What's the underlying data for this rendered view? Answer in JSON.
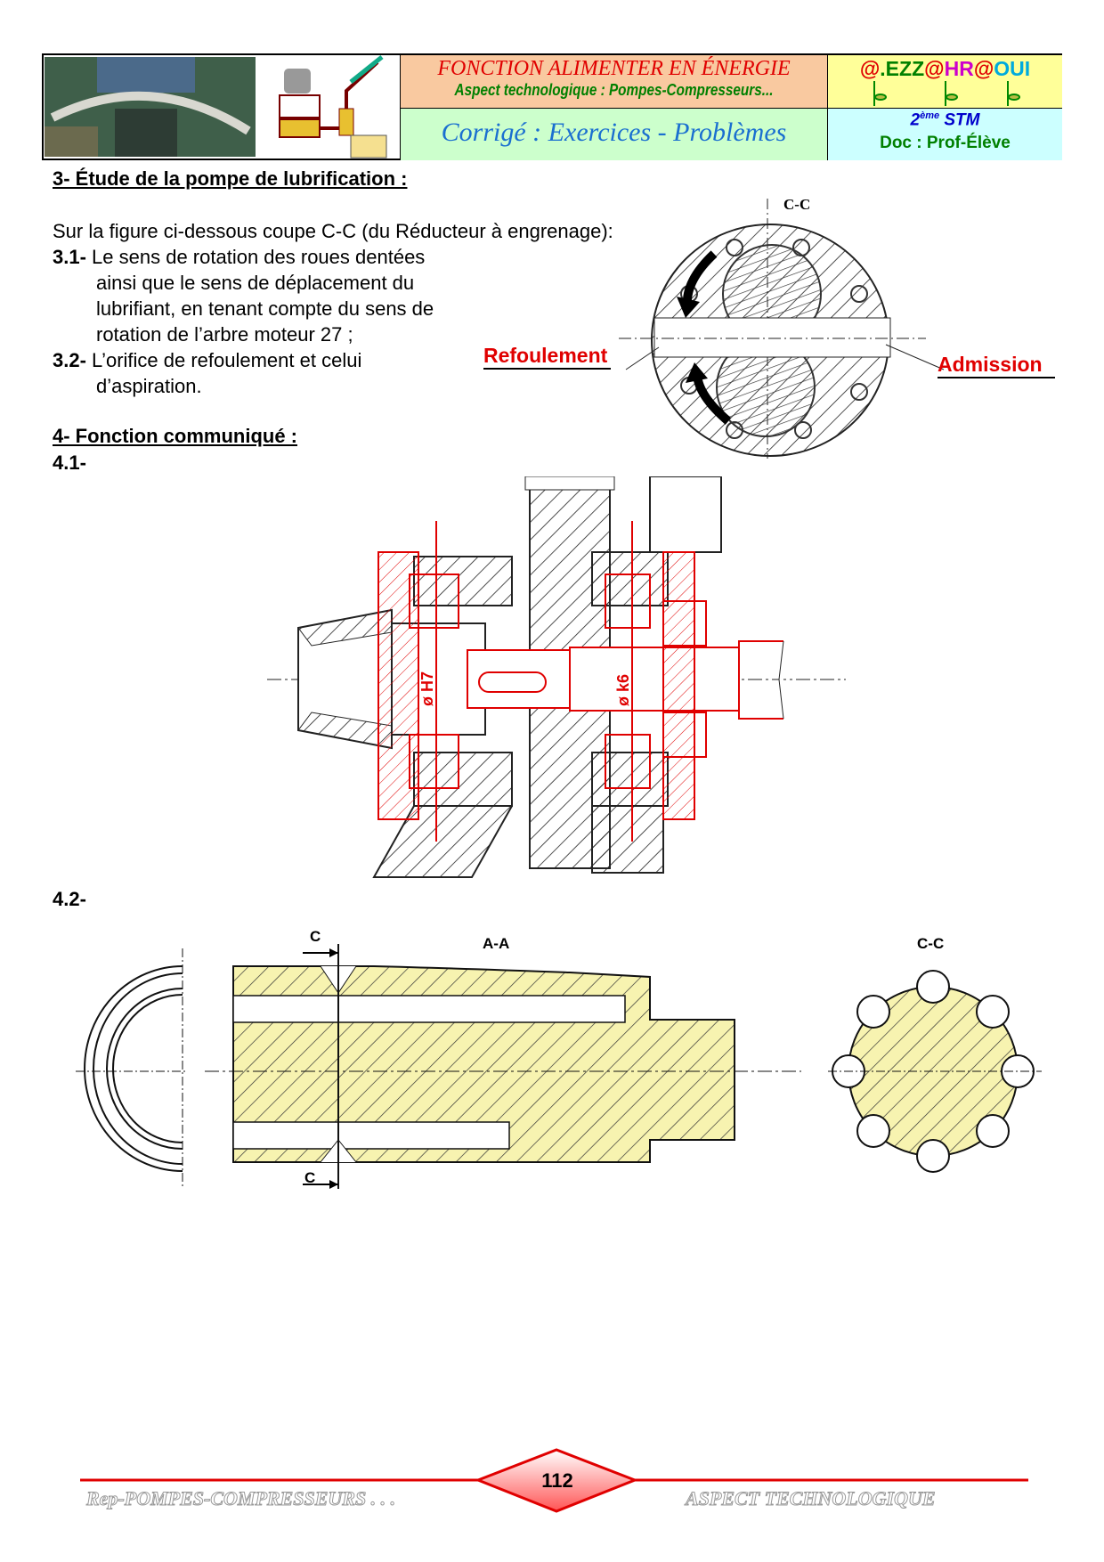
{
  "header": {
    "title": "FONCTION ALIMENTER EN ÉNERGIE",
    "subtitle": "Aspect technologique : Pompes-Compresseurs...",
    "doc_type": "Corrigé : Exercices - Problèmes",
    "logo": [
      "@",
      ".EZZ",
      "@",
      "HR",
      "@",
      "OUI"
    ],
    "class_num": "2",
    "class_sup": "ème",
    "class_name": " STM",
    "doc_audience": "Doc : Prof-Élève"
  },
  "section3": {
    "title": "3- Étude de la pompe de lubrification :",
    "intro": "Sur la figure ci-dessous coupe C-C  (du Réducteur à engrenage):",
    "q1_num": "3.1-",
    "q1_lines": [
      "Le sens de rotation des roues dentées",
      "ainsi que le sens de déplacement du",
      "lubrifiant, en tenant compte du sens de",
      "rotation de l’arbre moteur 27 ;"
    ],
    "q2_num": "3.2-",
    "q2_lines": [
      "L’orifice de refoulement et celui",
      "d’aspiration."
    ],
    "figure_label": "C-C",
    "answer_left": "Refoulement",
    "answer_right": "Admission"
  },
  "section4": {
    "title": "4- Fonction communiqué :",
    "q1_num": "4.1-",
    "fit_left": "ø H7",
    "fit_right": "ø k6",
    "q2_num": "4.2-",
    "section_mark": "C",
    "view_aa": "A-A",
    "view_cc": "C-C"
  },
  "footer": {
    "page_number": "112",
    "left": "Rep-POMPES-COMPRESSEURS . . .",
    "right": "ASPECT TECHNOLOGIQUE"
  },
  "colors": {
    "red": "#e00000",
    "hatch_fill": "#f7f3b0"
  }
}
